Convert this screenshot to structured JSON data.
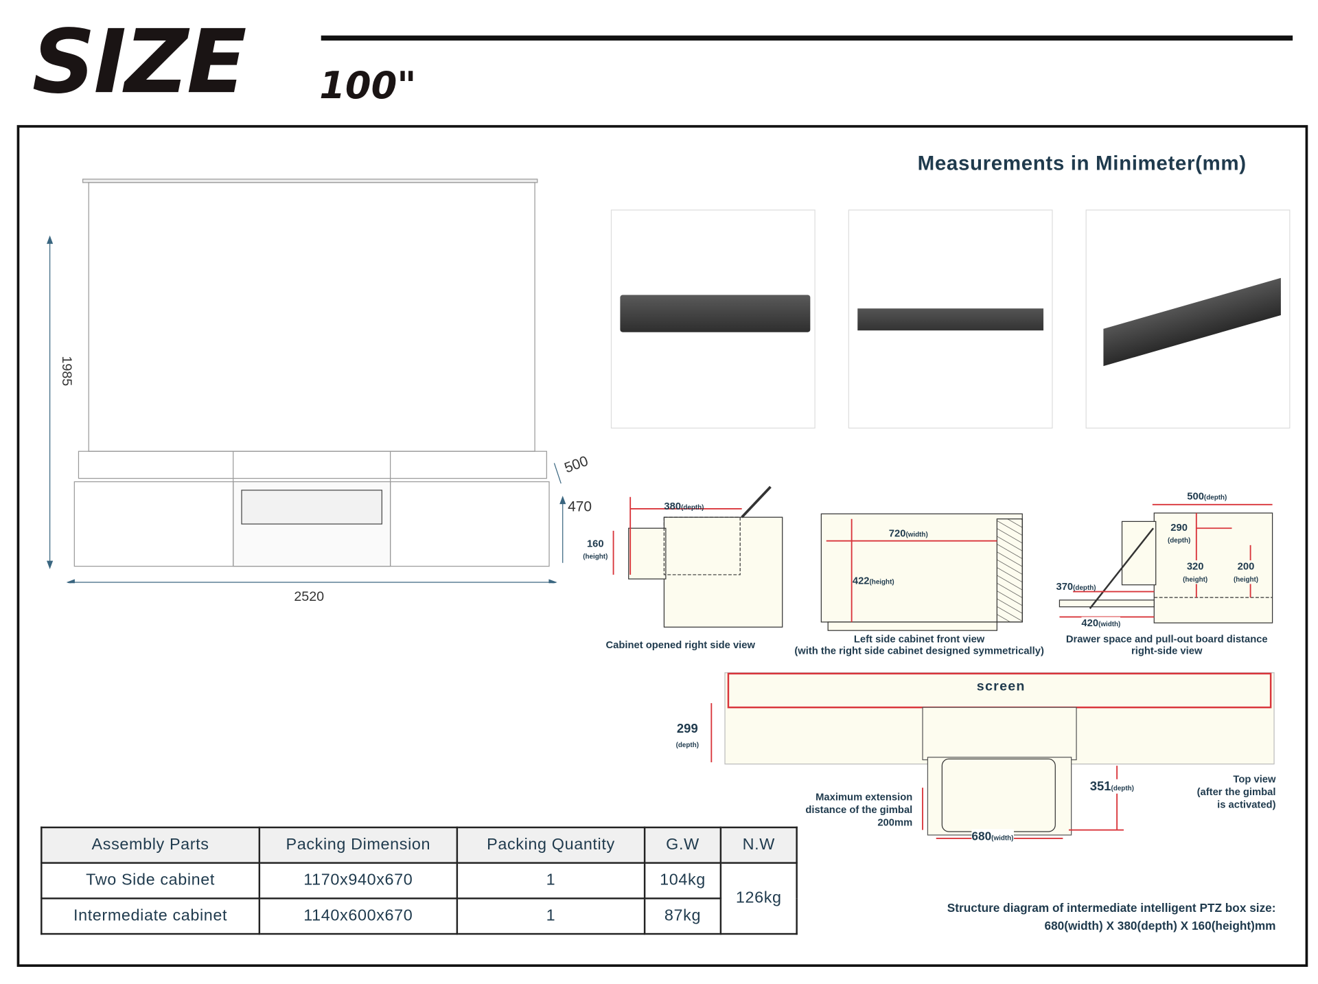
{
  "header": {
    "title": "SIZE",
    "size": "100\""
  },
  "units_title": "Measurements in Minimeter(mm)",
  "overall": {
    "height": "1985",
    "width": "2520",
    "depth": "500",
    "cabinet_height": "470"
  },
  "side_view": {
    "depth": "380",
    "depth_unit": "(depth)",
    "height": "160",
    "height_unit": "(height)",
    "caption": "Cabinet opened right side view"
  },
  "front_view": {
    "width": "720",
    "width_unit": "(width)",
    "height": "422",
    "height_unit": "(height)",
    "caption_1": "Left side cabinet front view",
    "caption_2": "(with the right side cabinet designed symmetrically)"
  },
  "drawer_view": {
    "d500": "500",
    "d290": "290",
    "h320": "320",
    "h200": "200",
    "d370": "370",
    "w420": "420",
    "depth_unit": "(depth)",
    "height_unit": "(height)",
    "width_unit": "(width)",
    "caption_1": "Drawer space and pull-out board distance",
    "caption_2": "right-side view"
  },
  "top_view": {
    "screen": "screen",
    "d299": "299",
    "depth_unit": "(depth)",
    "d351": "351",
    "w680": "680",
    "width_unit": "(width)",
    "ext_1": "Maximum extension",
    "ext_2": "distance of the gimbal",
    "ext_3": "200mm",
    "cap_1": "Top view",
    "cap_2": "(after the gimbal",
    "cap_3": "is activated)"
  },
  "structure": {
    "line1": "Structure diagram of intermediate intelligent PTZ box size:",
    "line2": "680(width) X 380(depth) X 160(height)mm"
  },
  "table": {
    "headers": [
      "Assembly Parts",
      "Packing Dimension",
      "Packing Quantity",
      "G.W",
      "N.W"
    ],
    "rows": [
      [
        "Two Side cabinet",
        "1170x940x670",
        "1",
        "104kg"
      ],
      [
        "Intermediate cabinet",
        "1140x600x670",
        "1",
        "87kg"
      ]
    ],
    "nw": "126kg"
  }
}
